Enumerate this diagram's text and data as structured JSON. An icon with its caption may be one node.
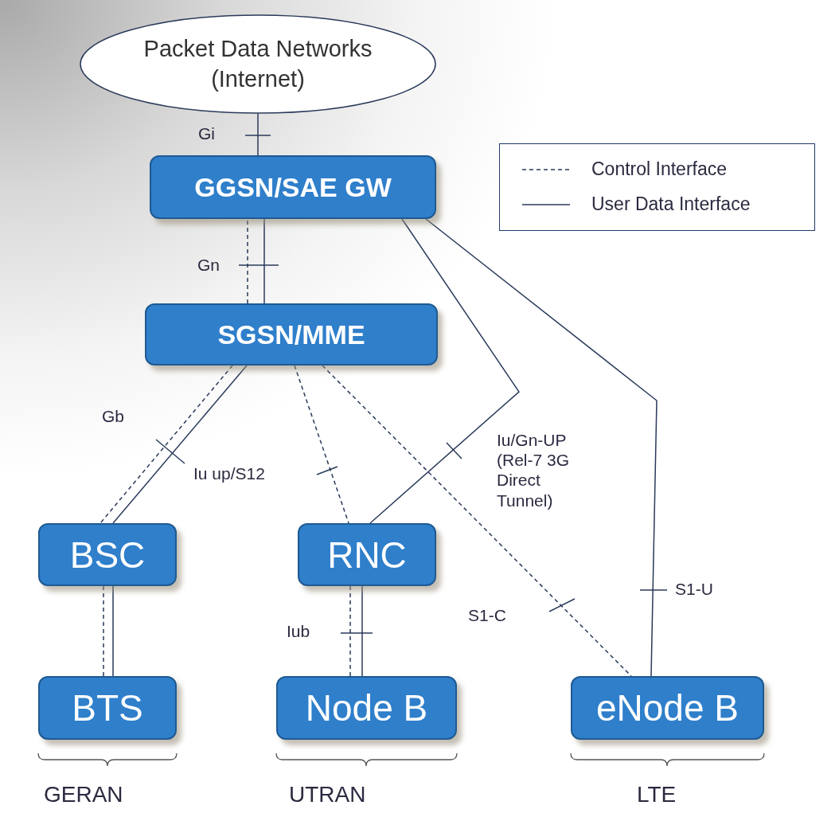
{
  "diagram": {
    "nodes": [
      {
        "text": [
          "Packet Data Networks (Internet)"
        ]
      },
      {
        "text": [
          "GGSN/SAE GW"
        ]
      },
      {
        "text": [
          "SGSN/MME"
        ]
      },
      {
        "text": [
          "BSC"
        ]
      },
      {
        "text": [
          "RNC"
        ]
      },
      {
        "text": [
          "BTS"
        ]
      },
      {
        "text": [
          "Node B"
        ]
      },
      {
        "text": [
          "eNode B"
        ]
      }
    ],
    "edges": [
      {
        "from": 1,
        "to": 0,
        "arrow": "none",
        "label": "Gi"
      },
      {
        "from": 2,
        "to": 1,
        "arrow": "none",
        "style": "dashed",
        "label": "Gn"
      },
      {
        "from": 2,
        "to": 1,
        "arrow": "none"
      },
      {
        "from": 2,
        "to": 3,
        "arrow": "none",
        "style": "dashed"
      },
      {
        "from": 2,
        "to": 3,
        "arrow": "none",
        "label": "Gb"
      },
      {
        "from": 2,
        "to": 4,
        "arrow": "none",
        "style": "dashed",
        "label": "Iu up/S12"
      },
      {
        "from": 1,
        "to": 4,
        "arrow": "none",
        "label": "Iu/Gn-UP (Rel-7 3G Direct Tunnel)"
      },
      {
        "from": 2,
        "to": 7,
        "arrow": "none",
        "style": "dashed",
        "label": "S1-C"
      },
      {
        "from": 1,
        "to": 7,
        "arrow": "none",
        "label": "S1-U"
      },
      {
        "from": 3,
        "to": 5,
        "arrow": "none",
        "style": "dashed"
      },
      {
        "from": 3,
        "to": 5,
        "arrow": "none"
      },
      {
        "from": 4,
        "to": 6,
        "arrow": "none",
        "style": "dashed"
      },
      {
        "from": 4,
        "to": 6,
        "arrow": "none",
        "label": "Iub"
      }
    ],
    "labels": [
      "GERAN",
      "UTRAN",
      "LTE"
    ],
    "legend": [
      {
        "text": "Control Interface"
      },
      {
        "text": "User Data Interface"
      }
    ]
  }
}
